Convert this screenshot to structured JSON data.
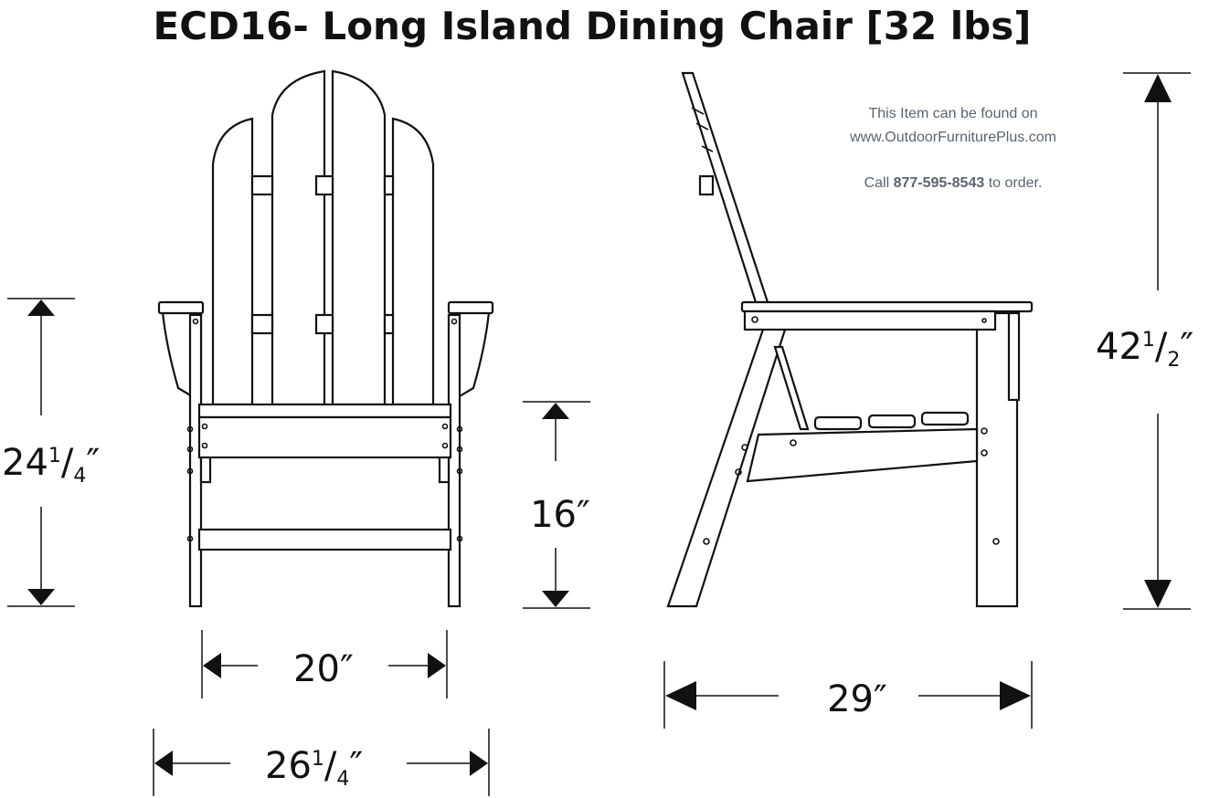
{
  "title": "ECD16- Long Island Dining Chair [32 lbs]",
  "notice": {
    "line1": "This Item can be found on",
    "line2": "www.OutdoorFurniturePlus.com",
    "line3_prefix": "Call ",
    "phone": "877-595-8543",
    "line3_suffix": " to order."
  },
  "dimensions": {
    "front_height": {
      "whole": "24",
      "num": "1",
      "den": "4"
    },
    "seat_height": {
      "label": "16″"
    },
    "inner_width": {
      "label": "20″"
    },
    "outer_width": {
      "whole": "26",
      "num": "1",
      "den": "4"
    },
    "depth": {
      "label": "29″"
    },
    "total_height": {
      "whole": "42",
      "num": "1",
      "den": "2"
    }
  },
  "colors": {
    "line": "#111111",
    "notice_text": "#5a6470"
  }
}
